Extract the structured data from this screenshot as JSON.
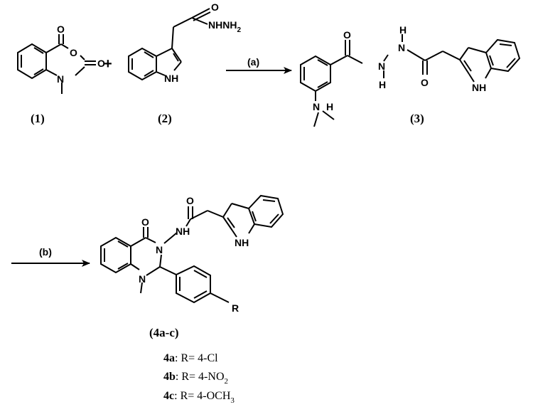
{
  "compounds": {
    "c1": {
      "label": "(1)"
    },
    "c2": {
      "label": "(2)"
    },
    "c3": {
      "label": "(3)"
    },
    "c4": {
      "label": "(4a-c)"
    }
  },
  "plus_sign": "+",
  "steps": [
    {
      "label": "(a)"
    },
    {
      "label": "(b)"
    }
  ],
  "atoms": {
    "O": "O",
    "N": "N",
    "NH": "NH",
    "NHNH2": "NHNH",
    "NHNH2_sub": "2",
    "H": "H",
    "R": "R"
  },
  "substituents": [
    {
      "id": "4a",
      "prefix": "R= 4-Cl",
      "sub": "",
      "suffix": ""
    },
    {
      "id": "4b",
      "prefix": "R= 4-NO",
      "sub": "2",
      "suffix": ""
    },
    {
      "id": "4c",
      "prefix": "R= 4-OCH",
      "sub": "3",
      "suffix": ""
    }
  ],
  "colors": {
    "ink": "#000000",
    "background": "#ffffff"
  }
}
